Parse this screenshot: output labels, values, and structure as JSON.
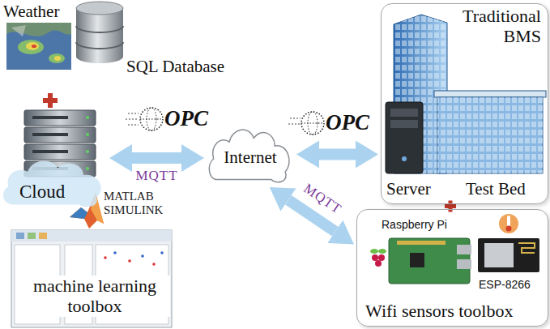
{
  "diagram": {
    "nodes": [
      {
        "text": [
          "Cloud"
        ]
      },
      {
        "text": [
          "Internet"
        ]
      },
      {
        "text": [
          "Traditional BMS",
          "Server",
          "Test Bed"
        ]
      },
      {
        "text": [
          "Raspberry Pi",
          "ESP-8266",
          "Wifi sensors toolbox"
        ]
      }
    ],
    "edges": [
      {
        "from": 0,
        "to": 1,
        "arrow": "both",
        "label": "MQTT"
      },
      {
        "from": 1,
        "to": 2,
        "arrow": "both"
      },
      {
        "from": 1,
        "to": 3,
        "arrow": "both",
        "label": "MQTT"
      }
    ],
    "labels": [
      "Weather",
      "SQL Database",
      "OPC",
      "OPC",
      "MATLAB SIMULINK",
      "machine learning toolbox"
    ]
  }
}
